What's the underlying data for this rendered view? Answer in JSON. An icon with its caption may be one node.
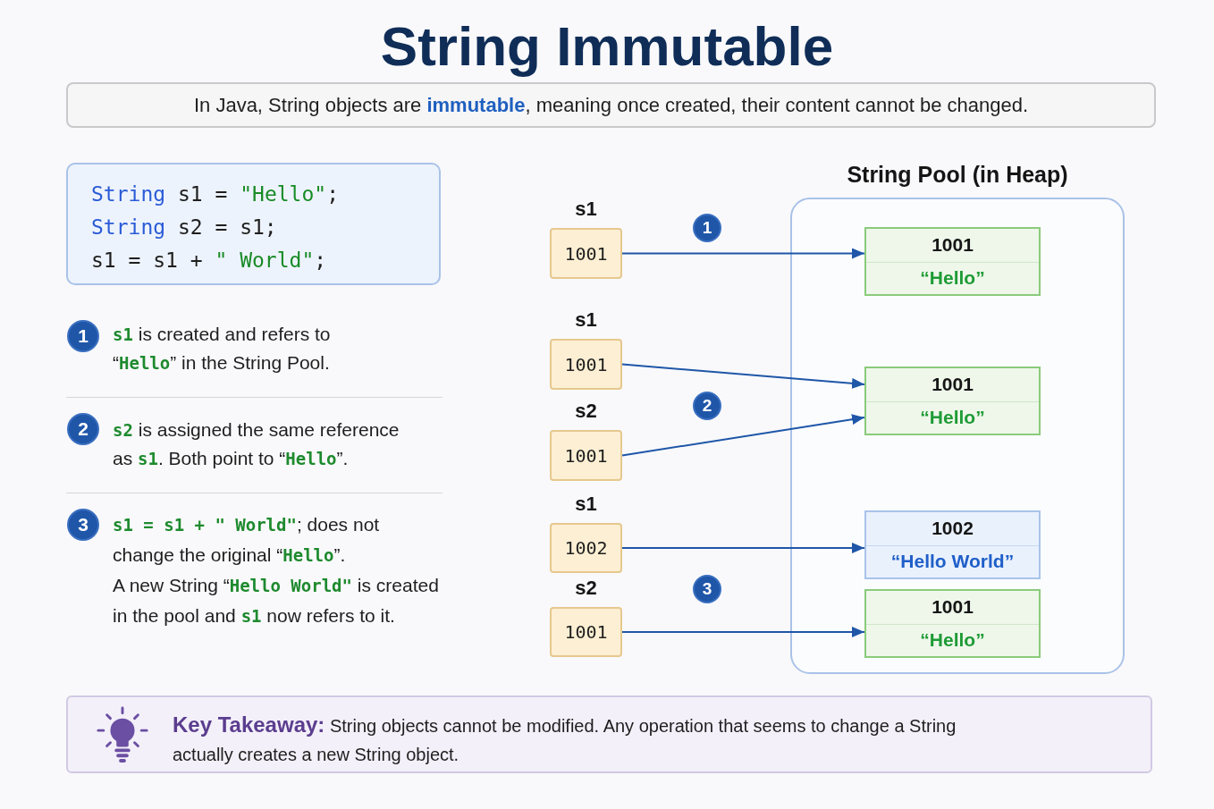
{
  "diagram": {
    "title": "String Immutable",
    "nodes": [
      {
        "text": [
          "In Java, String objects are **immutable**, meaning once created, their content cannot be changed."
        ]
      },
      {
        "text": [
          "String s1 = \"Hello\";",
          "String s2 = s1;",
          "s1 = s1 + \" World\";"
        ]
      },
      {
        "text": [
          "1"
        ],
        "beside": [
          "**s1** is created and refers to “**Hello**” in the String Pool."
        ]
      },
      {
        "text": [
          "2"
        ],
        "beside": [
          "**s2** is assigned the same reference as **s1**. Both point to “**Hello**”."
        ]
      },
      {
        "text": [
          "3"
        ],
        "beside": [
          "**s1 = s1 + \" World\"**; does not change the original “**Hello**”.",
          "A new String “**Hello World\"** is created in the pool and **s1** now refers to it."
        ]
      },
      {
        "text": [
          "s1",
          "1001"
        ]
      },
      {
        "text": [
          "1"
        ]
      },
      {
        "text": [
          "String Pool (in Heap)"
        ]
      },
      {
        "text": [
          "1001",
          "“Hello”"
        ],
        "in": 7
      },
      {
        "text": [
          "s1",
          "1001"
        ]
      },
      {
        "text": [
          "s2",
          "1001"
        ]
      },
      {
        "text": [
          "2"
        ]
      },
      {
        "text": [
          "1001",
          "“Hello”"
        ],
        "in": 7
      },
      {
        "text": [
          "s1",
          "1002"
        ]
      },
      {
        "text": [
          "s2",
          "1001"
        ]
      },
      {
        "text": [
          "3"
        ]
      },
      {
        "text": [
          "1002",
          "“Hello World”"
        ],
        "in": 7
      },
      {
        "text": [
          "1001",
          "“Hello”"
        ],
        "in": 7
      },
      {
        "text": [
          "Key Takeaway:",
          "String objects cannot be modified. Any operation that seems to change a String actually creates a new String object."
        ]
      }
    ],
    "edges": [
      {
        "from": 5,
        "to": 8,
        "arrow": "to"
      },
      {
        "from": 9,
        "to": 12,
        "arrow": "to"
      },
      {
        "from": 10,
        "to": 12,
        "arrow": "to"
      },
      {
        "from": 13,
        "to": 16,
        "arrow": "to"
      },
      {
        "from": 14,
        "to": 17,
        "arrow": "to"
      }
    ]
  }
}
